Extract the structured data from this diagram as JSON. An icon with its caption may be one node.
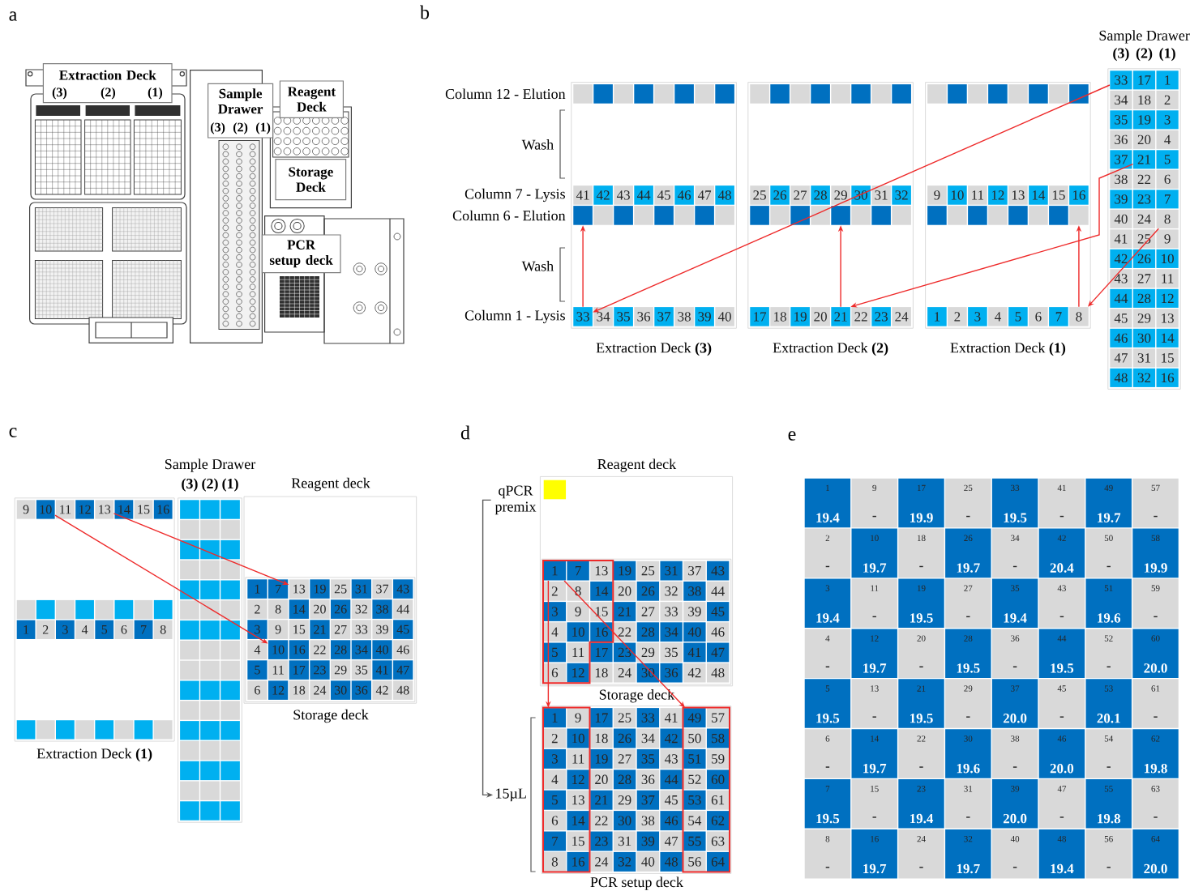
{
  "diagram": {
    "nodes": [
      {
        "text": [
          "Extraction Deck",
          "(3)",
          "(2)",
          "(1)"
        ]
      },
      {
        "text": [
          "Sample Drawer",
          "(3)",
          "(2)",
          "(1)"
        ]
      },
      {
        "text": [
          "Reagent Deck"
        ]
      },
      {
        "text": [
          "Storage Deck"
        ]
      },
      {
        "text": [
          "PCR setup deck"
        ]
      },
      {
        "text": [
          "Extraction Deck **(3)**"
        ]
      },
      {
        "text": [],
        "shape": "box",
        "in": 5
      },
      {
        "text": [],
        "shape": "box",
        "in": 5
      },
      {
        "text": [],
        "shape": "box",
        "in": 5
      },
      {
        "text": [],
        "shape": "box",
        "in": 5
      },
      {
        "text": [],
        "shape": "box",
        "in": 5
      },
      {
        "text": [],
        "shape": "box",
        "in": 5
      },
      {
        "text": [],
        "shape": "box",
        "in": 5
      },
      {
        "text": [],
        "shape": "box",
        "in": 5
      },
      {
        "text": [
          "41"
        ],
        "in": 5
      },
      {
        "text": [
          "42"
        ],
        "in": 5
      },
      {
        "text": [
          "43"
        ],
        "in": 5
      },
      {
        "text": [
          "44"
        ],
        "in": 5
      },
      {
        "text": [
          "45"
        ],
        "in": 5
      },
      {
        "text": [
          "46"
        ],
        "in": 5
      },
      {
        "text": [
          "47"
        ],
        "in": 5
      },
      {
        "text": [
          "48"
        ],
        "in": 5
      },
      {
        "text": [],
        "shape": "box",
        "in": 5
      },
      {
        "text": [],
        "shape": "box",
        "in": 5
      },
      {
        "text": [],
        "shape": "box",
        "in": 5
      },
      {
        "text": [],
        "shape": "box",
        "in": 5
      },
      {
        "text": [],
        "shape": "box",
        "in": 5
      },
      {
        "text": [],
        "shape": "box",
        "in": 5
      },
      {
        "text": [],
        "shape": "box",
        "in": 5
      },
      {
        "text": [],
        "shape": "box",
        "in": 5
      },
      {
        "text": [
          "33"
        ],
        "in": 5
      },
      {
        "text": [
          "34"
        ],
        "in": 5
      },
      {
        "text": [
          "35"
        ],
        "in": 5
      },
      {
        "text": [
          "36"
        ],
        "in": 5
      },
      {
        "text": [
          "37"
        ],
        "in": 5
      },
      {
        "text": [
          "38"
        ],
        "in": 5
      },
      {
        "text": [
          "39"
        ],
        "in": 5
      },
      {
        "text": [
          "40"
        ],
        "in": 5
      },
      {
        "text": [
          "Extraction Deck **(2)**"
        ]
      },
      {
        "text": [],
        "shape": "box",
        "in": 38
      },
      {
        "text": [],
        "shape": "box",
        "in": 38
      },
      {
        "text": [],
        "shape": "box",
        "in": 38
      },
      {
        "text": [],
        "shape": "box",
        "in": 38
      },
      {
        "text": [],
        "shape": "box",
        "in": 38
      },
      {
        "text": [],
        "shape": "box",
        "in": 38
      },
      {
        "text": [],
        "shape": "box",
        "in": 38
      },
      {
        "text": [],
        "shape": "box",
        "in": 38
      },
      {
        "text": [
          "25"
        ],
        "in": 38
      },
      {
        "text": [
          "26"
        ],
        "in": 38
      },
      {
        "text": [
          "27"
        ],
        "in": 38
      },
      {
        "text": [
          "28"
        ],
        "in": 38
      },
      {
        "text": [
          "29"
        ],
        "in": 38
      },
      {
        "text": [
          "30"
        ],
        "in": 38
      },
      {
        "text": [
          "31"
        ],
        "in": 38
      },
      {
        "text": [
          "32"
        ],
        "in": 38
      },
      {
        "text": [],
        "shape": "box",
        "in": 38
      },
      {
        "text": [],
        "shape": "box",
        "in": 38
      },
      {
        "text": [],
        "shape": "box",
        "in": 38
      },
      {
        "text": [],
        "shape": "box",
        "in": 38
      },
      {
        "text": [],
        "shape": "box",
        "in": 38
      },
      {
        "text": [],
        "shape": "box",
        "in": 38
      },
      {
        "text": [],
        "shape": "box",
        "in": 38
      },
      {
        "text": [],
        "shape": "box",
        "in": 38
      },
      {
        "text": [
          "17"
        ],
        "in": 38
      },
      {
        "text": [
          "18"
        ],
        "in": 38
      },
      {
        "text": [
          "19"
        ],
        "in": 38
      },
      {
        "text": [
          "20"
        ],
        "in": 38
      },
      {
        "text": [
          "21"
        ],
        "in": 38
      },
      {
        "text": [
          "22"
        ],
        "in": 38
      },
      {
        "text": [
          "23"
        ],
        "in": 38
      },
      {
        "text": [
          "24"
        ],
        "in": 38
      },
      {
        "text": [
          "Extraction Deck **(1)**"
        ]
      },
      {
        "text": [],
        "shape": "box",
        "in": 71
      },
      {
        "text": [],
        "shape": "box",
        "in": 71
      },
      {
        "text": [],
        "shape": "box",
        "in": 71
      },
      {
        "text": [],
        "shape": "box",
        "in": 71
      },
      {
        "text": [],
        "shape": "box",
        "in": 71
      },
      {
        "text": [],
        "shape": "box",
        "in": 71
      },
      {
        "text": [],
        "shape": "box",
        "in": 71
      },
      {
        "text": [],
        "shape": "box",
        "in": 71
      },
      {
        "text": [
          "9"
        ],
        "in": 71
      },
      {
        "text": [
          "10"
        ],
        "in": 71
      },
      {
        "text": [
          "11"
        ],
        "in": 71
      },
      {
        "text": [
          "12"
        ],
        "in": 71
      },
      {
        "text": [
          "13"
        ],
        "in": 71
      },
      {
        "text": [
          "14"
        ],
        "in": 71
      },
      {
        "text": [
          "15"
        ],
        "in": 71
      },
      {
        "text": [
          "16"
        ],
        "in": 71
      },
      {
        "text": [],
        "shape": "box",
        "in": 71
      },
      {
        "text": [],
        "shape": "box",
        "in": 71
      },
      {
        "text": [],
        "shape": "box",
        "in": 71
      },
      {
        "text": [],
        "shape": "box",
        "in": 71
      },
      {
        "text": [],
        "shape": "box",
        "in": 71
      },
      {
        "text": [],
        "shape": "box",
        "in": 71
      },
      {
        "text": [],
        "shape": "box",
        "in": 71
      },
      {
        "text": [],
        "shape": "box",
        "in": 71
      },
      {
        "text": [
          "1"
        ],
        "in": 71
      },
      {
        "text": [
          "2"
        ],
        "in": 71
      },
      {
        "text": [
          "3"
        ],
        "in": 71
      },
      {
        "text": [
          "4"
        ],
        "in": 71
      },
      {
        "text": [
          "5"
        ],
        "in": 71
      },
      {
        "text": [
          "6"
        ],
        "in": 71
      },
      {
        "text": [
          "7"
        ],
        "in": 71
      },
      {
        "text": [
          "8"
        ],
        "in": 71
      },
      {
        "text": [
          "Sample Drawer",
          "(3)",
          "(2)",
          "(1)"
        ]
      },
      {
        "text": [
          "33"
        ],
        "in": 104
      },
      {
        "text": [
          "17"
        ],
        "in": 104
      },
      {
        "text": [
          "1"
        ],
        "in": 104
      },
      {
        "text": [
          "34"
        ],
        "in": 104
      },
      {
        "text": [
          "18"
        ],
        "in": 104
      },
      {
        "text": [
          "2"
        ],
        "in": 104
      },
      {
        "text": [
          "35"
        ],
        "in": 104
      },
      {
        "text": [
          "19"
        ],
        "in": 104
      },
      {
        "text": [
          "3"
        ],
        "in": 104
      },
      {
        "text": [
          "36"
        ],
        "in": 104
      },
      {
        "text": [
          "20"
        ],
        "in": 104
      },
      {
        "text": [
          "4"
        ],
        "in": 104
      },
      {
        "text": [
          "37"
        ],
        "in": 104
      },
      {
        "text": [
          "21"
        ],
        "in": 104
      },
      {
        "text": [
          "5"
        ],
        "in": 104
      },
      {
        "text": [
          "38"
        ],
        "in": 104
      },
      {
        "text": [
          "22"
        ],
        "in": 104
      },
      {
        "text": [
          "6"
        ],
        "in": 104
      },
      {
        "text": [
          "39"
        ],
        "in": 104
      },
      {
        "text": [
          "23"
        ],
        "in": 104
      },
      {
        "text": [
          "7"
        ],
        "in": 104
      },
      {
        "text": [
          "40"
        ],
        "in": 104
      },
      {
        "text": [
          "24"
        ],
        "in": 104
      },
      {
        "text": [
          "8"
        ],
        "in": 104
      },
      {
        "text": [
          "41"
        ],
        "in": 104
      },
      {
        "text": [
          "25"
        ],
        "in": 104
      },
      {
        "text": [
          "9"
        ],
        "in": 104
      },
      {
        "text": [
          "42"
        ],
        "in": 104
      },
      {
        "text": [
          "26"
        ],
        "in": 104
      },
      {
        "text": [
          "10"
        ],
        "in": 104
      },
      {
        "text": [
          "43"
        ],
        "in": 104
      },
      {
        "text": [
          "27"
        ],
        "in": 104
      },
      {
        "text": [
          "11"
        ],
        "in": 104
      },
      {
        "text": [
          "44"
        ],
        "in": 104
      },
      {
        "text": [
          "28"
        ],
        "in": 104
      },
      {
        "text": [
          "12"
        ],
        "in": 104
      },
      {
        "text": [
          "45"
        ],
        "in": 104
      },
      {
        "text": [
          "29"
        ],
        "in": 104
      },
      {
        "text": [
          "13"
        ],
        "in": 104
      },
      {
        "text": [
          "46"
        ],
        "in": 104
      },
      {
        "text": [
          "30"
        ],
        "in": 104
      },
      {
        "text": [
          "14"
        ],
        "in": 104
      },
      {
        "text": [
          "47"
        ],
        "in": 104
      },
      {
        "text": [
          "31"
        ],
        "in": 104
      },
      {
        "text": [
          "15"
        ],
        "in": 104
      },
      {
        "text": [
          "48"
        ],
        "in": 104
      },
      {
        "text": [
          "32"
        ],
        "in": 104
      },
      {
        "text": [
          "16"
        ],
        "in": 104
      },
      {
        "text": [
          "Extraction Deck **(1)**"
        ]
      },
      {
        "text": [
          "9"
        ],
        "in": 153
      },
      {
        "text": [
          "10"
        ],
        "in": 153
      },
      {
        "text": [
          "11"
        ],
        "in": 153
      },
      {
        "text": [
          "12"
        ],
        "in": 153
      },
      {
        "text": [
          "13"
        ],
        "in": 153
      },
      {
        "text": [
          "14"
        ],
        "in": 153
      },
      {
        "text": [
          "15"
        ],
        "in": 153
      },
      {
        "text": [
          "16"
        ],
        "in": 153
      },
      {
        "text": [],
        "shape": "box",
        "in": 153
      },
      {
        "text": [],
        "shape": "box",
        "in": 153
      },
      {
        "text": [],
        "shape": "box",
        "in": 153
      },
      {
        "text": [],
        "shape": "box",
        "in": 153
      },
      {
        "text": [],
        "shape": "box",
        "in": 153
      },
      {
        "text": [],
        "shape": "box",
        "in": 153
      },
      {
        "text": [],
        "shape": "box",
        "in": 153
      },
      {
        "text": [],
        "shape": "box",
        "in": 153
      },
      {
        "text": [
          "1"
        ],
        "in": 153
      },
      {
        "text": [
          "2"
        ],
        "in": 153
      },
      {
        "text": [
          "3"
        ],
        "in": 153
      },
      {
        "text": [
          "4"
        ],
        "in": 153
      },
      {
        "text": [
          "5"
        ],
        "in": 153
      },
      {
        "text": [
          "6"
        ],
        "in": 153
      },
      {
        "text": [
          "7"
        ],
        "in": 153
      },
      {
        "text": [
          "8"
        ],
        "in": 153
      },
      {
        "text": [],
        "shape": "box",
        "in": 153
      },
      {
        "text": [],
        "shape": "box",
        "in": 153
      },
      {
        "text": [],
        "shape": "box",
        "in": 153
      },
      {
        "text": [],
        "shape": "box",
        "in": 153
      },
      {
        "text": [],
        "shape": "box",
        "in": 153
      },
      {
        "text": [],
        "shape": "box",
        "in": 153
      },
      {
        "text": [],
        "shape": "box",
        "in": 153
      },
      {
        "text": [],
        "shape": "box",
        "in": 153
      },
      {
        "text": [
          "Reagent deck"
        ]
      },
      {
        "text": [
          "Storage deck"
        ],
        "in": 186
      },
      {
        "text": [
          "1"
        ],
        "in": 187
      },
      {
        "text": [
          "7"
        ],
        "in": 187
      },
      {
        "text": [
          "13"
        ],
        "in": 187
      },
      {
        "text": [
          "19"
        ],
        "in": 187
      },
      {
        "text": [
          "25"
        ],
        "in": 187
      },
      {
        "text": [
          "31"
        ],
        "in": 187
      },
      {
        "text": [
          "37"
        ],
        "in": 187
      },
      {
        "text": [
          "43"
        ],
        "in": 187
      },
      {
        "text": [
          "2"
        ],
        "in": 187
      },
      {
        "text": [
          "8"
        ],
        "in": 187
      },
      {
        "text": [
          "14"
        ],
        "in": 187
      },
      {
        "text": [
          "20"
        ],
        "in": 187
      },
      {
        "text": [
          "26"
        ],
        "in": 187
      },
      {
        "text": [
          "32"
        ],
        "in": 187
      },
      {
        "text": [
          "38"
        ],
        "in": 187
      },
      {
        "text": [
          "44"
        ],
        "in": 187
      },
      {
        "text": [
          "3"
        ],
        "in": 187
      },
      {
        "text": [
          "9"
        ],
        "in": 187
      },
      {
        "text": [
          "15"
        ],
        "in": 187
      },
      {
        "text": [
          "21"
        ],
        "in": 187
      },
      {
        "text": [
          "27"
        ],
        "in": 187
      },
      {
        "text": [
          "33"
        ],
        "in": 187
      },
      {
        "text": [
          "39"
        ],
        "in": 187
      },
      {
        "text": [
          "45"
        ],
        "in": 187
      },
      {
        "text": [
          "4"
        ],
        "in": 187
      },
      {
        "text": [
          "10"
        ],
        "in": 187
      },
      {
        "text": [
          "16"
        ],
        "in": 187
      },
      {
        "text": [
          "22"
        ],
        "in": 187
      },
      {
        "text": [
          "28"
        ],
        "in": 187
      },
      {
        "text": [
          "34"
        ],
        "in": 187
      },
      {
        "text": [
          "40"
        ],
        "in": 187
      },
      {
        "text": [
          "46"
        ],
        "in": 187
      },
      {
        "text": [
          "5"
        ],
        "in": 187
      },
      {
        "text": [
          "11"
        ],
        "in": 187
      },
      {
        "text": [
          "17"
        ],
        "in": 187
      },
      {
        "text": [
          "23"
        ],
        "in": 187
      },
      {
        "text": [
          "29"
        ],
        "in": 187
      },
      {
        "text": [
          "35"
        ],
        "in": 187
      },
      {
        "text": [
          "41"
        ],
        "in": 187
      },
      {
        "text": [
          "47"
        ],
        "in": 187
      },
      {
        "text": [
          "6"
        ],
        "in": 187
      },
      {
        "text": [
          "12"
        ],
        "in": 187
      },
      {
        "text": [
          "18"
        ],
        "in": 187
      },
      {
        "text": [
          "24"
        ],
        "in": 187
      },
      {
        "text": [
          "30"
        ],
        "in": 187
      },
      {
        "text": [
          "36"
        ],
        "in": 187
      },
      {
        "text": [
          "42"
        ],
        "in": 187
      },
      {
        "text": [
          "48"
        ],
        "in": 187
      },
      {
        "text": [
          "Reagent deck"
        ]
      },
      {
        "text": [],
        "shape": "box",
        "in": 236
      },
      {
        "text": [
          "qPCR premix"
        ]
      },
      {
        "text": [
          "Storage deck"
        ],
        "in": 236
      },
      {
        "text": [
          "1"
        ],
        "in": 239
      },
      {
        "text": [
          "7"
        ],
        "in": 239
      },
      {
        "text": [
          "13"
        ],
        "in": 239
      },
      {
        "text": [
          "19"
        ],
        "in": 239
      },
      {
        "text": [
          "25"
        ],
        "in": 239
      },
      {
        "text": [
          "31"
        ],
        "in": 239
      },
      {
        "text": [
          "37"
        ],
        "in": 239
      },
      {
        "text": [
          "43"
        ],
        "in": 239
      },
      {
        "text": [
          "2"
        ],
        "in": 239
      },
      {
        "text": [
          "8"
        ],
        "in": 239
      },
      {
        "text": [
          "14"
        ],
        "in": 239
      },
      {
        "text": [
          "20"
        ],
        "in": 239
      },
      {
        "text": [
          "26"
        ],
        "in": 239
      },
      {
        "text": [
          "32"
        ],
        "in": 239
      },
      {
        "text": [
          "38"
        ],
        "in": 239
      },
      {
        "text": [
          "44"
        ],
        "in": 239
      },
      {
        "text": [
          "3"
        ],
        "in": 239
      },
      {
        "text": [
          "9"
        ],
        "in": 239
      },
      {
        "text": [
          "15"
        ],
        "in": 239
      },
      {
        "text": [
          "21"
        ],
        "in": 239
      },
      {
        "text": [
          "27"
        ],
        "in": 239
      },
      {
        "text": [
          "33"
        ],
        "in": 239
      },
      {
        "text": [
          "39"
        ],
        "in": 239
      },
      {
        "text": [
          "45"
        ],
        "in": 239
      },
      {
        "text": [
          "4"
        ],
        "in": 239
      },
      {
        "text": [
          "10"
        ],
        "in": 239
      },
      {
        "text": [
          "16"
        ],
        "in": 239
      },
      {
        "text": [
          "22"
        ],
        "in": 239
      },
      {
        "text": [
          "28"
        ],
        "in": 239
      },
      {
        "text": [
          "34"
        ],
        "in": 239
      },
      {
        "text": [
          "40"
        ],
        "in": 239
      },
      {
        "text": [
          "46"
        ],
        "in": 239
      },
      {
        "text": [
          "5"
        ],
        "in": 239
      },
      {
        "text": [
          "11"
        ],
        "in": 239
      },
      {
        "text": [
          "17"
        ],
        "in": 239
      },
      {
        "text": [
          "23"
        ],
        "in": 239
      },
      {
        "text": [
          "29"
        ],
        "in": 239
      },
      {
        "text": [
          "35"
        ],
        "in": 239
      },
      {
        "text": [
          "41"
        ],
        "in": 239
      },
      {
        "text": [
          "47"
        ],
        "in": 239
      },
      {
        "text": [
          "6"
        ],
        "in": 239
      },
      {
        "text": [
          "12"
        ],
        "in": 239
      },
      {
        "text": [
          "18"
        ],
        "in": 239
      },
      {
        "text": [
          "24"
        ],
        "in": 239
      },
      {
        "text": [
          "30"
        ],
        "in": 239
      },
      {
        "text": [
          "36"
        ],
        "in": 239
      },
      {
        "text": [
          "42"
        ],
        "in": 239
      },
      {
        "text": [
          "48"
        ],
        "in": 239
      },
      {
        "text": [
          "15µL"
        ]
      },
      {
        "text": [
          "PCR setup deck"
        ]
      },
      {
        "text": [
          "1"
        ],
        "in": 289
      },
      {
        "text": [
          "9"
        ],
        "in": 289
      },
      {
        "text": [
          "17"
        ],
        "in": 289
      },
      {
        "text": [
          "25"
        ],
        "in": 289
      },
      {
        "text": [
          "33"
        ],
        "in": 289
      },
      {
        "text": [
          "41"
        ],
        "in": 289
      },
      {
        "text": [
          "49"
        ],
        "in": 289
      },
      {
        "text": [
          "57"
        ],
        "in": 289
      },
      {
        "text": [
          "2"
        ],
        "in": 289
      },
      {
        "text": [
          "10"
        ],
        "in": 289
      },
      {
        "text": [
          "18"
        ],
        "in": 289
      },
      {
        "text": [
          "26"
        ],
        "in": 289
      },
      {
        "text": [
          "34"
        ],
        "in": 289
      },
      {
        "text": [
          "42"
        ],
        "in": 289
      },
      {
        "text": [
          "50"
        ],
        "in": 289
      },
      {
        "text": [
          "58"
        ],
        "in": 289
      },
      {
        "text": [
          "3"
        ],
        "in": 289
      },
      {
        "text": [
          "11"
        ],
        "in": 289
      },
      {
        "text": [
          "19"
        ],
        "in": 289
      },
      {
        "text": [
          "27"
        ],
        "in": 289
      },
      {
        "text": [
          "35"
        ],
        "in": 289
      },
      {
        "text": [
          "43"
        ],
        "in": 289
      },
      {
        "text": [
          "51"
        ],
        "in": 289
      },
      {
        "text": [
          "59"
        ],
        "in": 289
      },
      {
        "text": [
          "4"
        ],
        "in": 289
      },
      {
        "text": [
          "12"
        ],
        "in": 289
      },
      {
        "text": [
          "20"
        ],
        "in": 289
      },
      {
        "text": [
          "28"
        ],
        "in": 289
      },
      {
        "text": [
          "36"
        ],
        "in": 289
      },
      {
        "text": [
          "44"
        ],
        "in": 289
      },
      {
        "text": [
          "52"
        ],
        "in": 289
      },
      {
        "text": [
          "60"
        ],
        "in": 289
      },
      {
        "text": [
          "5"
        ],
        "in": 289
      },
      {
        "text": [
          "13"
        ],
        "in": 289
      },
      {
        "text": [
          "21"
        ],
        "in": 289
      },
      {
        "text": [
          "29"
        ],
        "in": 289
      },
      {
        "text": [
          "37"
        ],
        "in": 289
      },
      {
        "text": [
          "45"
        ],
        "in": 289
      },
      {
        "text": [
          "53"
        ],
        "in": 289
      },
      {
        "text": [
          "61"
        ],
        "in": 289
      },
      {
        "text": [
          "6"
        ],
        "in": 289
      },
      {
        "text": [
          "14"
        ],
        "in": 289
      },
      {
        "text": [
          "22"
        ],
        "in": 289
      },
      {
        "text": [
          "30"
        ],
        "in": 289
      },
      {
        "text": [
          "38"
        ],
        "in": 289
      },
      {
        "text": [
          "46"
        ],
        "in": 289
      },
      {
        "text": [
          "54"
        ],
        "in": 289
      },
      {
        "text": [
          "62"
        ],
        "in": 289
      },
      {
        "text": [
          "7"
        ],
        "in": 289
      },
      {
        "text": [
          "15"
        ],
        "in": 289
      },
      {
        "text": [
          "23"
        ],
        "in": 289
      },
      {
        "text": [
          "31"
        ],
        "in": 289
      },
      {
        "text": [
          "39"
        ],
        "in": 289
      },
      {
        "text": [
          "47"
        ],
        "in": 289
      },
      {
        "text": [
          "55"
        ],
        "in": 289
      },
      {
        "text": [
          "63"
        ],
        "in": 289
      },
      {
        "text": [
          "8"
        ],
        "in": 289
      },
      {
        "text": [
          "16"
        ],
        "in": 289
      },
      {
        "text": [
          "24"
        ],
        "in": 289
      },
      {
        "text": [
          "32"
        ],
        "in": 289
      },
      {
        "text": [
          "40"
        ],
        "in": 289
      },
      {
        "text": [
          "48"
        ],
        "in": 289
      },
      {
        "text": [
          "56"
        ],
        "in": 289
      },
      {
        "text": [
          "64"
        ],
        "in": 289
      },
      {
        "text": [
          "1",
          "19.4"
        ]
      },
      {
        "text": [
          "9",
          "-"
        ]
      },
      {
        "text": [
          "17",
          "19.9"
        ]
      },
      {
        "text": [
          "25",
          "-"
        ]
      },
      {
        "text": [
          "33",
          "19.5"
        ]
      },
      {
        "text": [
          "41",
          "-"
        ]
      },
      {
        "text": [
          "49",
          "19.7"
        ]
      },
      {
        "text": [
          "57",
          "-"
        ]
      },
      {
        "text": [
          "2",
          "-"
        ]
      },
      {
        "text": [
          "10",
          "19.7"
        ]
      },
      {
        "text": [
          "18",
          "-"
        ]
      },
      {
        "text": [
          "26",
          "19.7"
        ]
      },
      {
        "text": [
          "34",
          "-"
        ]
      },
      {
        "text": [
          "42",
          "20.4"
        ]
      },
      {
        "text": [
          "50",
          "-"
        ]
      },
      {
        "text": [
          "58",
          "19.9"
        ]
      },
      {
        "text": [
          "3",
          "19.4"
        ]
      },
      {
        "text": [
          "11",
          "-"
        ]
      },
      {
        "text": [
          "19",
          "19.5"
        ]
      },
      {
        "text": [
          "27",
          "-"
        ]
      },
      {
        "text": [
          "35",
          "19.4"
        ]
      },
      {
        "text": [
          "43",
          "-"
        ]
      },
      {
        "text": [
          "51",
          "19.6"
        ]
      },
      {
        "text": [
          "59",
          "-"
        ]
      },
      {
        "text": [
          "4",
          "-"
        ]
      },
      {
        "text": [
          "12",
          "19.7"
        ]
      },
      {
        "text": [
          "20",
          "-"
        ]
      },
      {
        "text": [
          "28",
          "19.5"
        ]
      },
      {
        "text": [
          "36",
          "-"
        ]
      },
      {
        "text": [
          "44",
          "19.5"
        ]
      },
      {
        "text": [
          "52",
          "-"
        ]
      },
      {
        "text": [
          "60",
          "20.0"
        ]
      },
      {
        "text": [
          "5",
          "19.5"
        ]
      },
      {
        "text": [
          "13",
          "-"
        ]
      },
      {
        "text": [
          "21",
          "19.5"
        ]
      },
      {
        "text": [
          "29",
          "-"
        ]
      },
      {
        "text": [
          "37",
          "20.0"
        ]
      },
      {
        "text": [
          "45",
          "-"
        ]
      },
      {
        "text": [
          "53",
          "20.1"
        ]
      },
      {
        "text": [
          "61",
          "-"
        ]
      },
      {
        "text": [
          "6",
          "-"
        ]
      },
      {
        "text": [
          "14",
          "19.7"
        ]
      },
      {
        "text": [
          "22",
          "-"
        ]
      },
      {
        "text": [
          "30",
          "19.6"
        ]
      },
      {
        "text": [
          "38",
          "-"
        ]
      },
      {
        "text": [
          "46",
          "20.0"
        ]
      },
      {
        "text": [
          "54",
          "-"
        ]
      },
      {
        "text": [
          "62",
          "19.8"
        ]
      },
      {
        "text": [
          "7",
          "19.5"
        ]
      },
      {
        "text": [
          "15",
          "-"
        ]
      },
      {
        "text": [
          "23",
          "19.4"
        ]
      },
      {
        "text": [
          "31",
          "-"
        ]
      },
      {
        "text": [
          "39",
          "20.0"
        ]
      },
      {
        "text": [
          "47",
          "-"
        ]
      },
      {
        "text": [
          "55",
          "19.8"
        ]
      },
      {
        "text": [
          "63",
          "-"
        ]
      },
      {
        "text": [
          "8",
          "-"
        ]
      },
      {
        "text": [
          "16",
          "19.7"
        ]
      },
      {
        "text": [
          "24",
          "-"
        ]
      },
      {
        "text": [
          "32",
          "19.7"
        ]
      },
      {
        "text": [
          "40",
          "-"
        ]
      },
      {
        "text": [
          "48",
          "19.4"
        ]
      },
      {
        "text": [
          "56",
          "-"
        ]
      },
      {
        "text": [
          "64",
          "20.0"
        ]
      }
    ],
    "edges": [
      {
        "from": 105,
        "to": 30,
        "arrow": "to"
      },
      {
        "from": 30,
        "to": 22,
        "arrow": "to"
      },
      {
        "from": 118,
        "to": 67,
        "arrow": "to"
      },
      {
        "from": 67,
        "to": 59,
        "arrow": "to"
      },
      {
        "from": 128,
        "to": 103,
        "arrow": "to"
      },
      {
        "from": 103,
        "to": 95,
        "arrow": "to"
      },
      {
        "from": 155,
        "to": 213,
        "arrow": "to"
      },
      {
        "from": 158,
        "to": 190,
        "arrow": "to"
      },
      {
        "from": 238,
        "to": 288,
        "arrow": "to",
        "color": "#595959"
      },
      {
        "from": 240,
        "to": 290,
        "arrow": "to"
      },
      {
        "from": 240,
        "to": 296,
        "arrow": "to"
      }
    ],
    "labels": [
      "a",
      "b",
      "Column 12 - Elution",
      "Wash",
      "Column 7 - Lysis",
      "Column 6 - Elution",
      "Wash",
      "Column 1 - Lysis",
      "c",
      "Sample Drawer",
      "(3)",
      "(2)",
      "(1)",
      "d",
      "e"
    ]
  }
}
